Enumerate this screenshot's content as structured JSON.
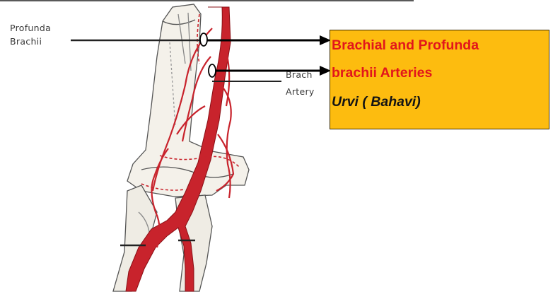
{
  "labels": {
    "profunda_line1": "Profunda",
    "profunda_line2": "Brachii",
    "brachial_line1": "Brach",
    "brachial_line2": "Artery"
  },
  "callout": {
    "line1": "Brachial and Profunda",
    "line2": "brachii Arteries",
    "line3": "Urvi ( Bahavi)"
  },
  "colors": {
    "callout_background": "#fdbc0f",
    "callout_title": "#e2161b",
    "callout_subtitle": "#141414",
    "artery": "#c8232c",
    "bone_outline": "#555555"
  }
}
